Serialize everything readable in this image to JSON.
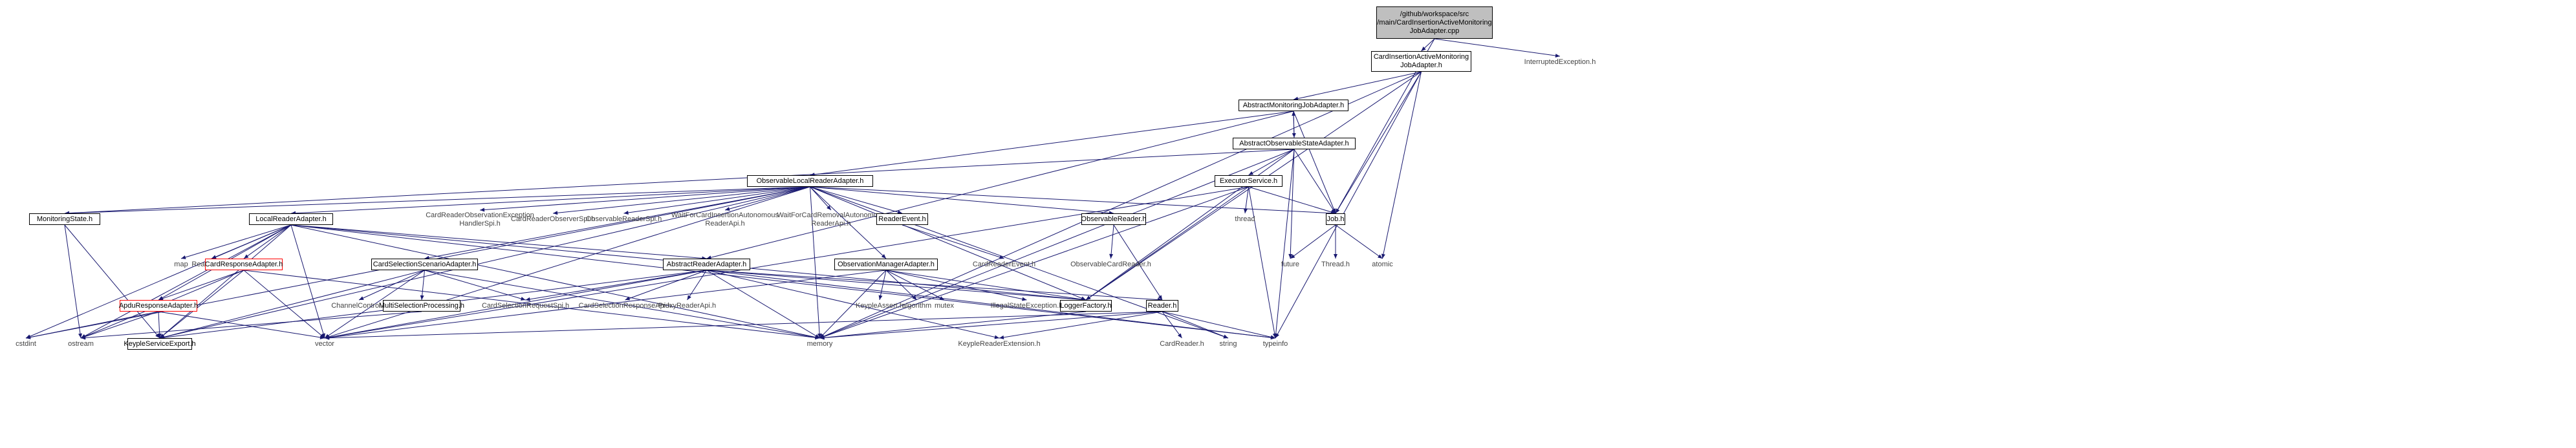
{
  "nodes": {
    "root": "/github/workspace/src\n/main/CardInsertionActiveMonitoring\nJobAdapter.cpp",
    "cia_h": "CardInsertionActiveMonitoring\nJobAdapter.h",
    "interrupted": "InterruptedException.h",
    "amja": "AbstractMonitoringJobAdapter.h",
    "aosa": "AbstractObservableStateAdapter.h",
    "executor": "ExecutorService.h",
    "olra": "ObservableLocalReaderAdapter.h",
    "job": "Job.h",
    "monstate": "MonitoringState.h",
    "lra": "LocalReaderAdapter.h",
    "croesh": "CardReaderObservationException\nHandlerSpi.h",
    "cros": "CardReaderObserverSpi.h",
    "ors": "ObservableReaderSpi.h",
    "wfci": "WaitForCardInsertionAutonomous\nReaderApi.h",
    "wfcr": "WaitForCardRemovalAutonomous\nReaderApi.h",
    "reader_event": "ReaderEvent.h",
    "obs_reader": "ObservableReader.h",
    "thread": "thread",
    "future": "future",
    "thread_h": "Thread.h",
    "atomic": "atomic",
    "map": "map",
    "readerspi": "ReaderSpi.h",
    "cra": "CardResponseAdapter.h",
    "apdu": "ApduResponseAdapter.h",
    "cssa": "CardSelectionScenarioAdapter.h",
    "ara": "AbstractReaderAdapter.h",
    "oma": "ObservationManagerAdapter.h",
    "card_reader_event": "CardReaderEvent.h",
    "obs_card_reader": "ObservableCardReader.h",
    "channel": "ChannelControl.h",
    "msp": "MultiSelectionProcessing.h",
    "csrs": "CardSelectionRequestSpi.h",
    "csra": "CardSelectionResponseApi.h",
    "proxy": "ProxyReaderApi.h",
    "keyple_assert": "KeypleAssert.h",
    "algorithm": "algorithm",
    "mutex": "mutex",
    "ise": "IllegalStateException.h",
    "logger": "LoggerFactory.h",
    "reader_h": "Reader.h",
    "cstdint": "cstdint",
    "ostream": "ostream",
    "kse": "KeypleServiceExport.h",
    "vector": "vector",
    "memory": "memory",
    "kre": "KeypleReaderExtension.h",
    "card_reader": "CardReader.h",
    "string": "string",
    "typeinfo": "typeinfo"
  },
  "colors": {
    "edge": "#191970",
    "root_fill": "#bfbfbf",
    "highlight_border": "#ff0000"
  }
}
